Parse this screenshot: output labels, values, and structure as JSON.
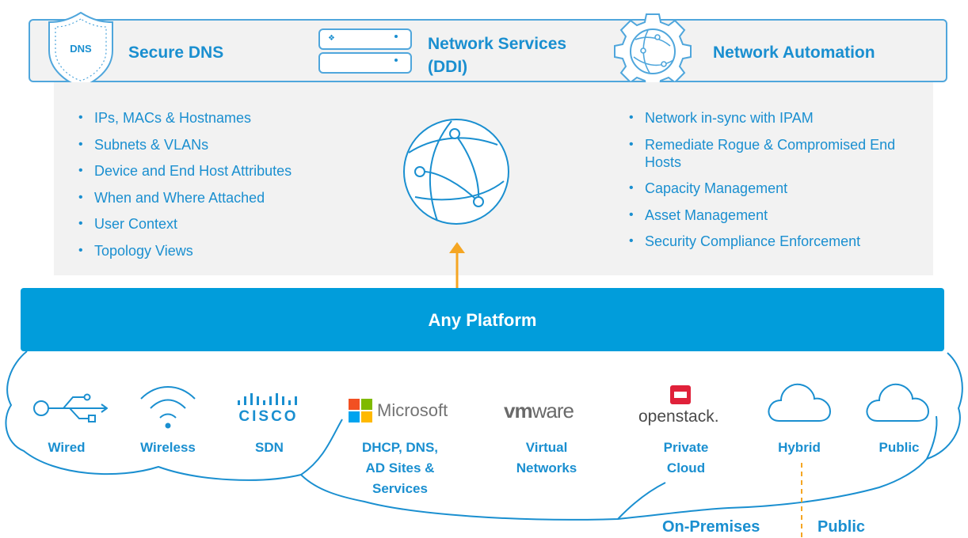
{
  "top_bar": {
    "shield_text": "DNS",
    "secure_dns": "Secure DNS",
    "ddi_line1": "Network Services",
    "ddi_line2": "(DDI)",
    "automation": "Network Automation"
  },
  "left_list": [
    "IPs, MACs & Hostnames",
    "Subnets & VLANs",
    "Device and End Host Attributes",
    "When and Where Attached",
    "User Context",
    "Topology Views"
  ],
  "right_list": [
    "Network in-sync with IPAM",
    "Remediate Rogue & Compromised End Hosts",
    "Capacity Management",
    "Asset Management",
    "Security Compliance Enforcement"
  ],
  "platform": "Any Platform",
  "logos": {
    "cisco": "CISCO",
    "microsoft": "Microsoft",
    "vmware_vm": "vm",
    "vmware_ware": "ware",
    "openstack": "openstack."
  },
  "captions": {
    "wired": "Wired",
    "wireless": "Wireless",
    "sdn": "SDN",
    "microsoft_l1": "DHCP, DNS,",
    "microsoft_l2": "AD Sites &",
    "microsoft_l3": "Services",
    "vmware_l1": "Virtual",
    "vmware_l2": "Networks",
    "openstack_l1": "Private",
    "openstack_l2": "Cloud",
    "hybrid": "Hybrid",
    "public": "Public"
  },
  "bottom": {
    "on_premises": "On-Premises",
    "public": "Public"
  },
  "colors": {
    "brand_blue": "#1a8fd0",
    "platform_blue": "#019ddb",
    "arrow_orange": "#f5a623",
    "panel_gray": "#f2f2f2"
  }
}
